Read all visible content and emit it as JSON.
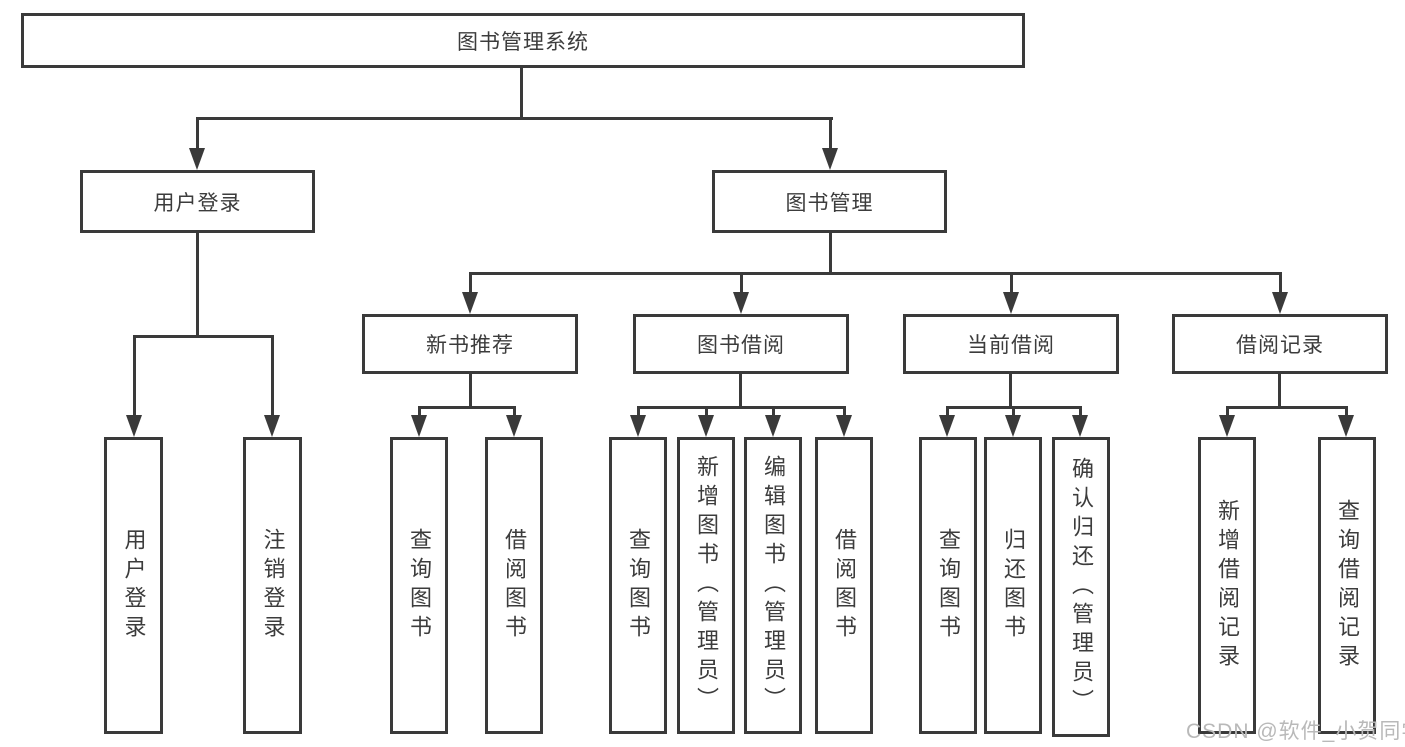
{
  "diagram": {
    "root": {
      "label": "图书管理系统"
    },
    "branches": [
      {
        "label": "用户登录",
        "children": [
          {
            "label": "用户登录"
          },
          {
            "label": "注销登录"
          }
        ]
      },
      {
        "label": "图书管理",
        "children": [
          {
            "label": "新书推荐",
            "children": [
              {
                "label": "查询图书"
              },
              {
                "label": "借阅图书"
              }
            ]
          },
          {
            "label": "图书借阅",
            "children": [
              {
                "label": "查询图书"
              },
              {
                "label": "新增图书（管理员）"
              },
              {
                "label": "编辑图书（管理员）"
              },
              {
                "label": "借阅图书"
              }
            ]
          },
          {
            "label": "当前借阅",
            "children": [
              {
                "label": "查询图书"
              },
              {
                "label": "归还图书"
              },
              {
                "label": "确认归还（管理员）"
              }
            ]
          },
          {
            "label": "借阅记录",
            "children": [
              {
                "label": "新增借阅记录"
              },
              {
                "label": "查询借阅记录"
              }
            ]
          }
        ]
      }
    ]
  },
  "watermark": {
    "text": "CSDN @软件_小贺同学"
  },
  "colors": {
    "line": "#3a3a3a",
    "text": "#3c3c3c",
    "watermark": "#b9b9b9",
    "background": "#ffffff"
  }
}
